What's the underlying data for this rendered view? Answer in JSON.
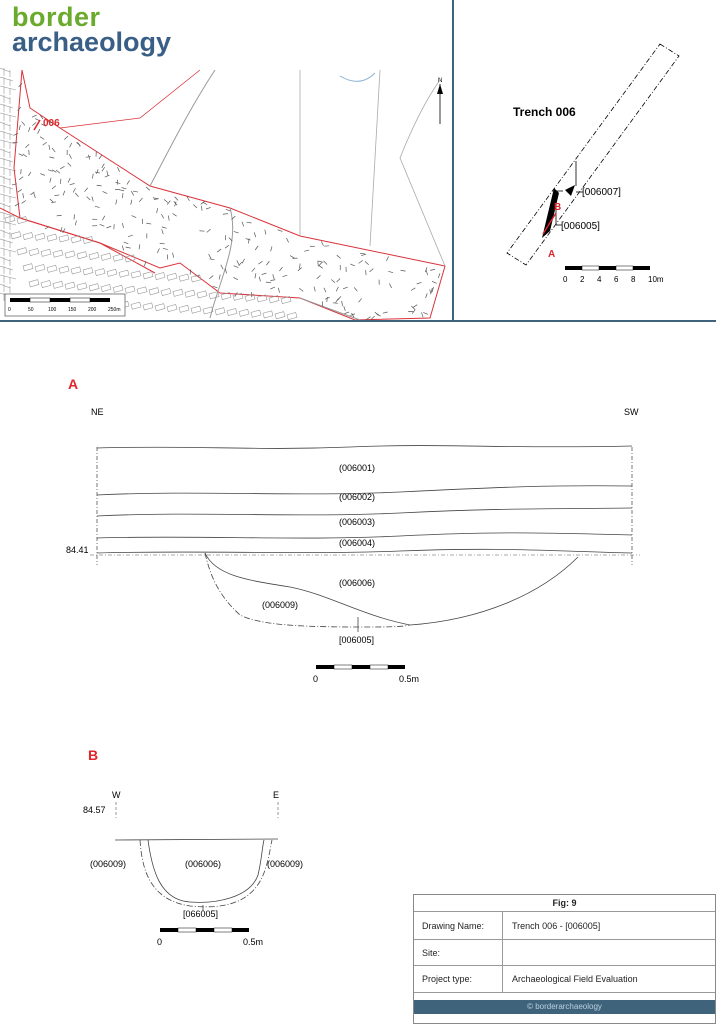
{
  "logo": {
    "line1": "border",
    "line2": "archaeology"
  },
  "map": {
    "trench_label": "006",
    "north_label": "N",
    "scale_ticks": [
      "0",
      "50",
      "100",
      "150",
      "200",
      "250m"
    ]
  },
  "trench_plan": {
    "title": "Trench 006",
    "cut_labels": [
      "[006007]",
      "[006005]"
    ],
    "section_labels": [
      "B",
      "A"
    ],
    "scale_ticks": [
      "0",
      "2",
      "4",
      "6",
      "8",
      "10m"
    ]
  },
  "section_a": {
    "title": "A",
    "left_dir": "NE",
    "right_dir": "SW",
    "level": "84.41",
    "layers": [
      "(006001)",
      "(006002)",
      "(006003)",
      "(006004)",
      "(006006)",
      "(006009)",
      "[006005]"
    ],
    "scale_ticks": [
      "0",
      "0.5m"
    ]
  },
  "section_b": {
    "title": "B",
    "left_dir": "W",
    "right_dir": "E",
    "level": "84.57",
    "layers": [
      "(006009)",
      "(006006)",
      "(006009)",
      "[066005]"
    ],
    "scale_ticks": [
      "0",
      "0.5m"
    ]
  },
  "info": {
    "fig": "Fig: 9",
    "rows": [
      {
        "label": "Drawing Name:",
        "value": "Trench 006 - [006005]"
      },
      {
        "label": "Site:",
        "value": ""
      },
      {
        "label": "Project type:",
        "value": "Archaeological Field Evaluation"
      }
    ],
    "footer": "© borderarchaeology"
  },
  "colors": {
    "accent_red": "#e0262b",
    "logo_green": "#6aaa2d",
    "logo_blue": "#3a5f86",
    "frame": "#40637c"
  }
}
